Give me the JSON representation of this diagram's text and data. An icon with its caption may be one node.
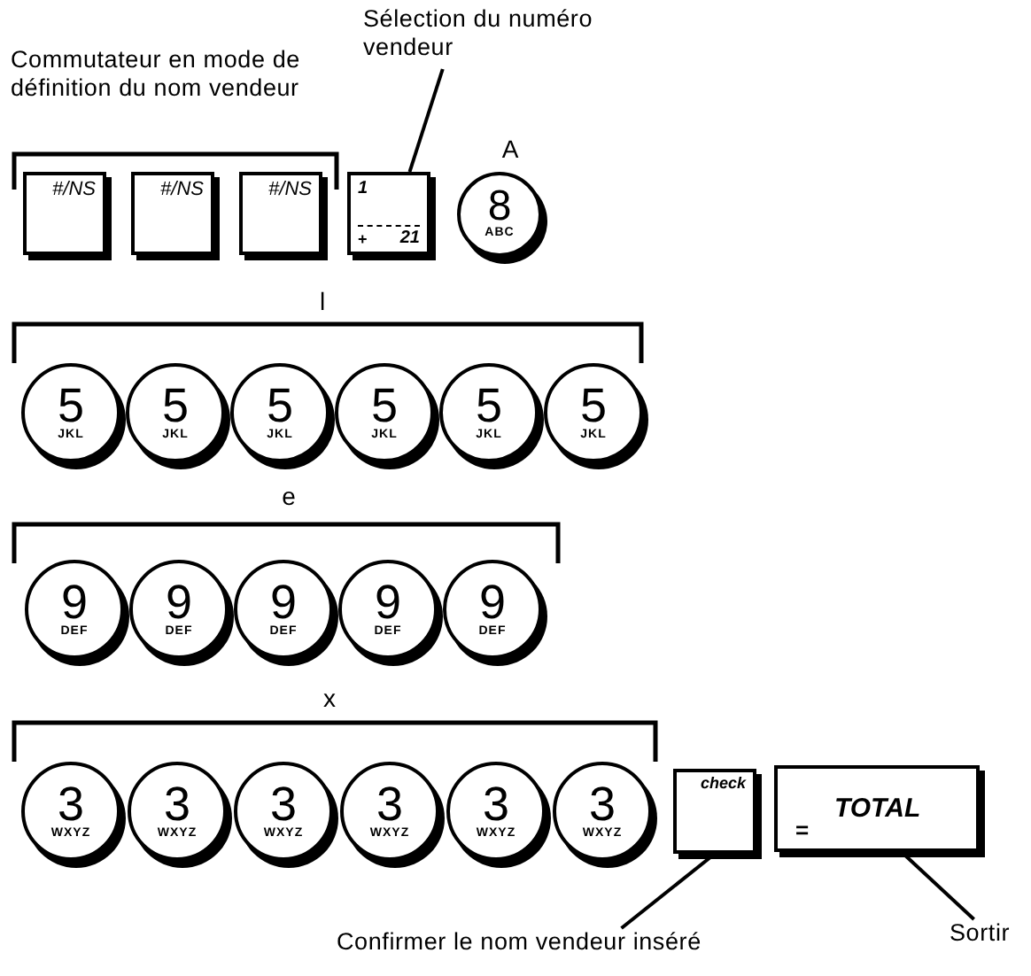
{
  "diagram": {
    "nodes": [
      {
        "text": [
          "Sélection du numéro vendeur"
        ]
      },
      {
        "text": [
          "#/NS"
        ]
      },
      {
        "text": [
          "#/NS"
        ]
      },
      {
        "text": [
          "#/NS"
        ]
      },
      {
        "text": [
          "1",
          "+",
          "21"
        ]
      },
      {
        "text": [
          "8",
          "ABC"
        ]
      },
      {
        "text": [
          "5",
          "JKL"
        ]
      },
      {
        "text": [
          "5",
          "JKL"
        ]
      },
      {
        "text": [
          "5",
          "JKL"
        ]
      },
      {
        "text": [
          "5",
          "JKL"
        ]
      },
      {
        "text": [
          "5",
          "JKL"
        ]
      },
      {
        "text": [
          "5",
          "JKL"
        ]
      },
      {
        "text": [
          "9",
          "DEF"
        ]
      },
      {
        "text": [
          "9",
          "DEF"
        ]
      },
      {
        "text": [
          "9",
          "DEF"
        ]
      },
      {
        "text": [
          "9",
          "DEF"
        ]
      },
      {
        "text": [
          "9",
          "DEF"
        ]
      },
      {
        "text": [
          "3",
          "WXYZ"
        ]
      },
      {
        "text": [
          "3",
          "WXYZ"
        ]
      },
      {
        "text": [
          "3",
          "WXYZ"
        ]
      },
      {
        "text": [
          "3",
          "WXYZ"
        ]
      },
      {
        "text": [
          "3",
          "WXYZ"
        ]
      },
      {
        "text": [
          "3",
          "WXYZ"
        ]
      },
      {
        "text": [
          "check"
        ]
      },
      {
        "text": [
          "TOTAL",
          "="
        ]
      },
      {
        "text": [
          "Confirmer le nom vendeur inséré"
        ]
      },
      {
        "text": [
          "Sortir"
        ]
      }
    ],
    "edges": [
      {
        "from": 0,
        "to": 4,
        "arrow": "none"
      },
      {
        "from": 25,
        "to": 23,
        "arrow": "none"
      },
      {
        "from": 26,
        "to": 24,
        "arrow": "none"
      }
    ],
    "labels": [
      "Commutateur en mode de définition du nom vendeur",
      "A",
      "l",
      "e",
      "x"
    ]
  }
}
